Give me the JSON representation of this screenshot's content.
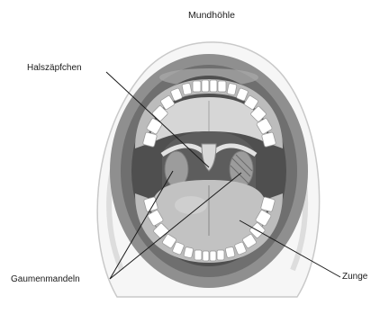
{
  "title": "Mundhöhle",
  "labels": {
    "uvula": "Halszäpfchen",
    "tonsils": "Gaumenmandeln",
    "tongue": "Zunge"
  },
  "colors": {
    "lips": "#9a9a9a",
    "lips_inner": "#6e6e6e",
    "face": "#f1f1f1",
    "teeth": "#ffffff",
    "gums": "#b8b8b8",
    "throat": "#5a5a5a",
    "palate": "#d4d4d4",
    "tongue": "#bdbdbd",
    "leader": "#1a1a1a"
  }
}
